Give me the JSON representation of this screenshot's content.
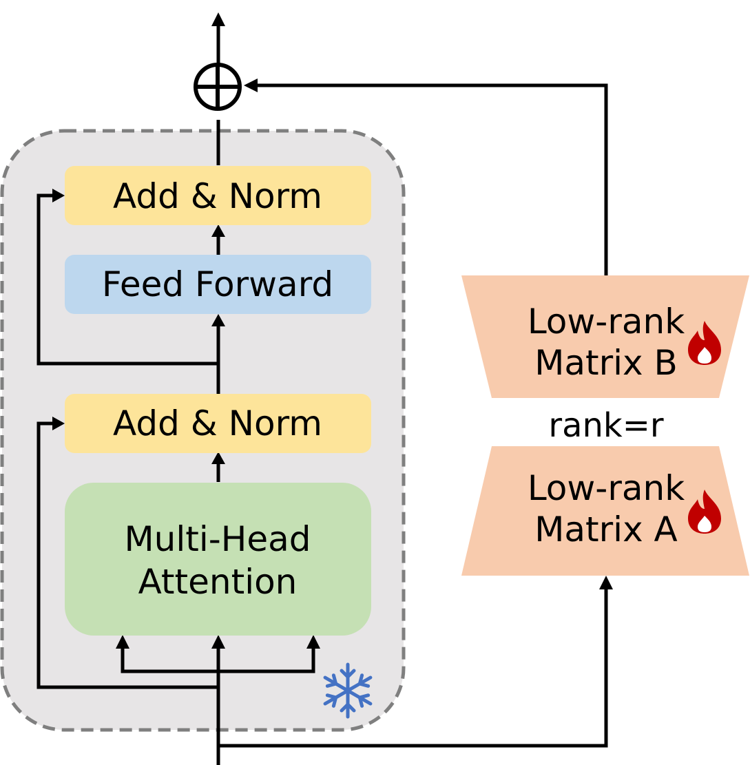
{
  "transformer_block": {
    "top_add_norm": "Add & Norm",
    "feed_forward": "Feed Forward",
    "bottom_add_norm": "Add & Norm",
    "attention_line1": "Multi-Head",
    "attention_line2": "Attention",
    "frozen_icon": "snowflake-icon"
  },
  "lora": {
    "matrix_b_line1": "Low-rank",
    "matrix_b_line2": "Matrix B",
    "matrix_a_line1": "Low-rank",
    "matrix_a_line2": "Matrix A",
    "rank_label": "rank=r",
    "trainable_icon": "fire-icon"
  },
  "sum_icon": "plus-circle-icon",
  "colors": {
    "block_bg": "#e7e5e6",
    "block_border": "#7f7f7f",
    "add_norm": "#fde49a",
    "feed_forward": "#bdd7ee",
    "attention": "#c5e0b4",
    "lora_matrix": "#f8cbad",
    "snowflake": "#4472c4",
    "fire": "#c00000"
  }
}
